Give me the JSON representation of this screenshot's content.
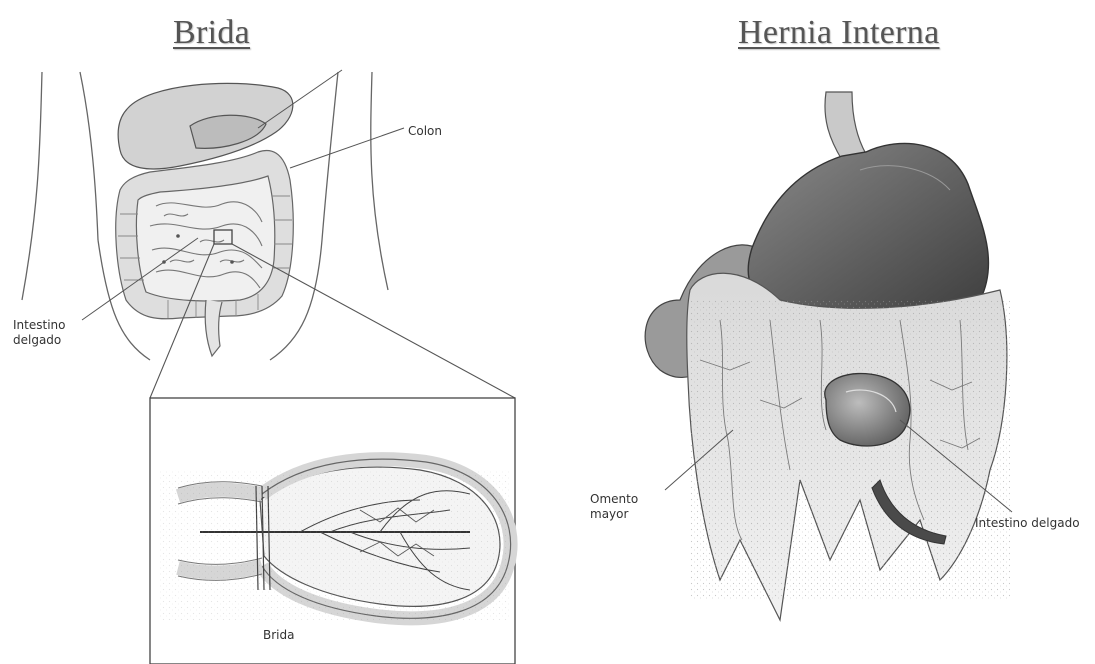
{
  "left_panel": {
    "title": "Brida",
    "labels": {
      "colon": "Colon",
      "small_intestine": "Intestino\ndelgado",
      "adhesion": "Brida"
    }
  },
  "right_panel": {
    "title": "Hernia Interna",
    "labels": {
      "omentum": "Omento\nmayor",
      "small_intestine": "Intestino delgado"
    }
  }
}
